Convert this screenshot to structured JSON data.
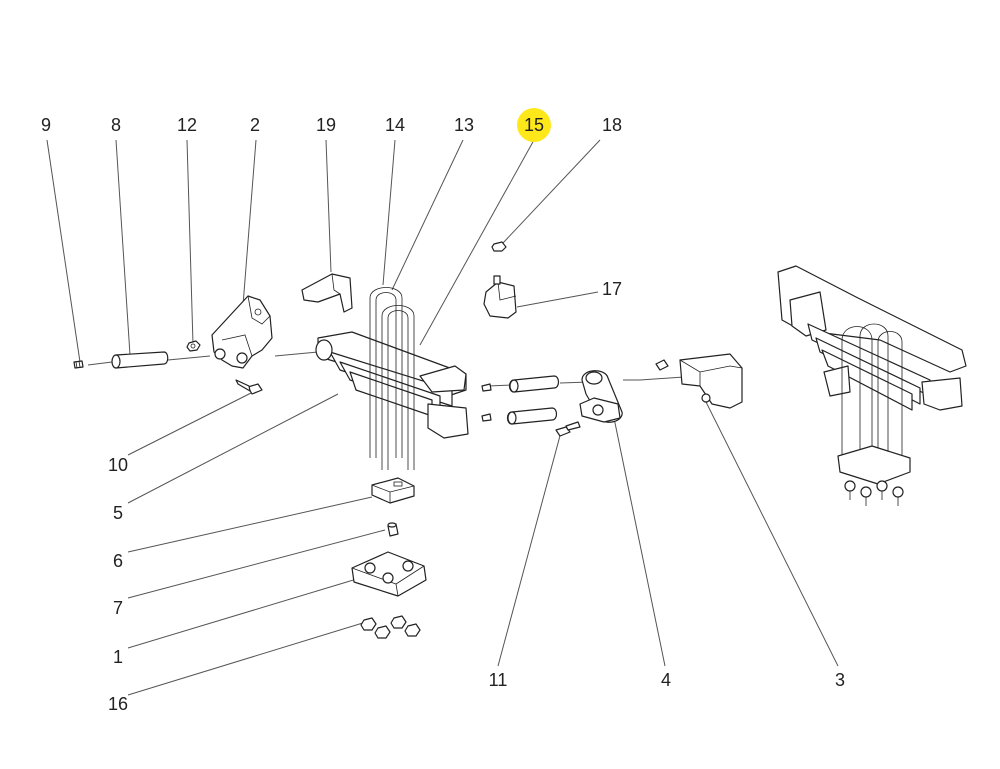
{
  "diagram": {
    "highlight_color": "#ffe81a",
    "highlighted_callout": "15",
    "callouts": {
      "c9": "9",
      "c8": "8",
      "c12": "12",
      "c2": "2",
      "c19": "19",
      "c14": "14",
      "c13": "13",
      "c15": "15",
      "c18": "18",
      "c17": "17",
      "c10": "10",
      "c5": "5",
      "c6": "6",
      "c7": "7",
      "c1": "1",
      "c16": "16",
      "c11": "11",
      "c4": "4",
      "c3": "3"
    }
  }
}
